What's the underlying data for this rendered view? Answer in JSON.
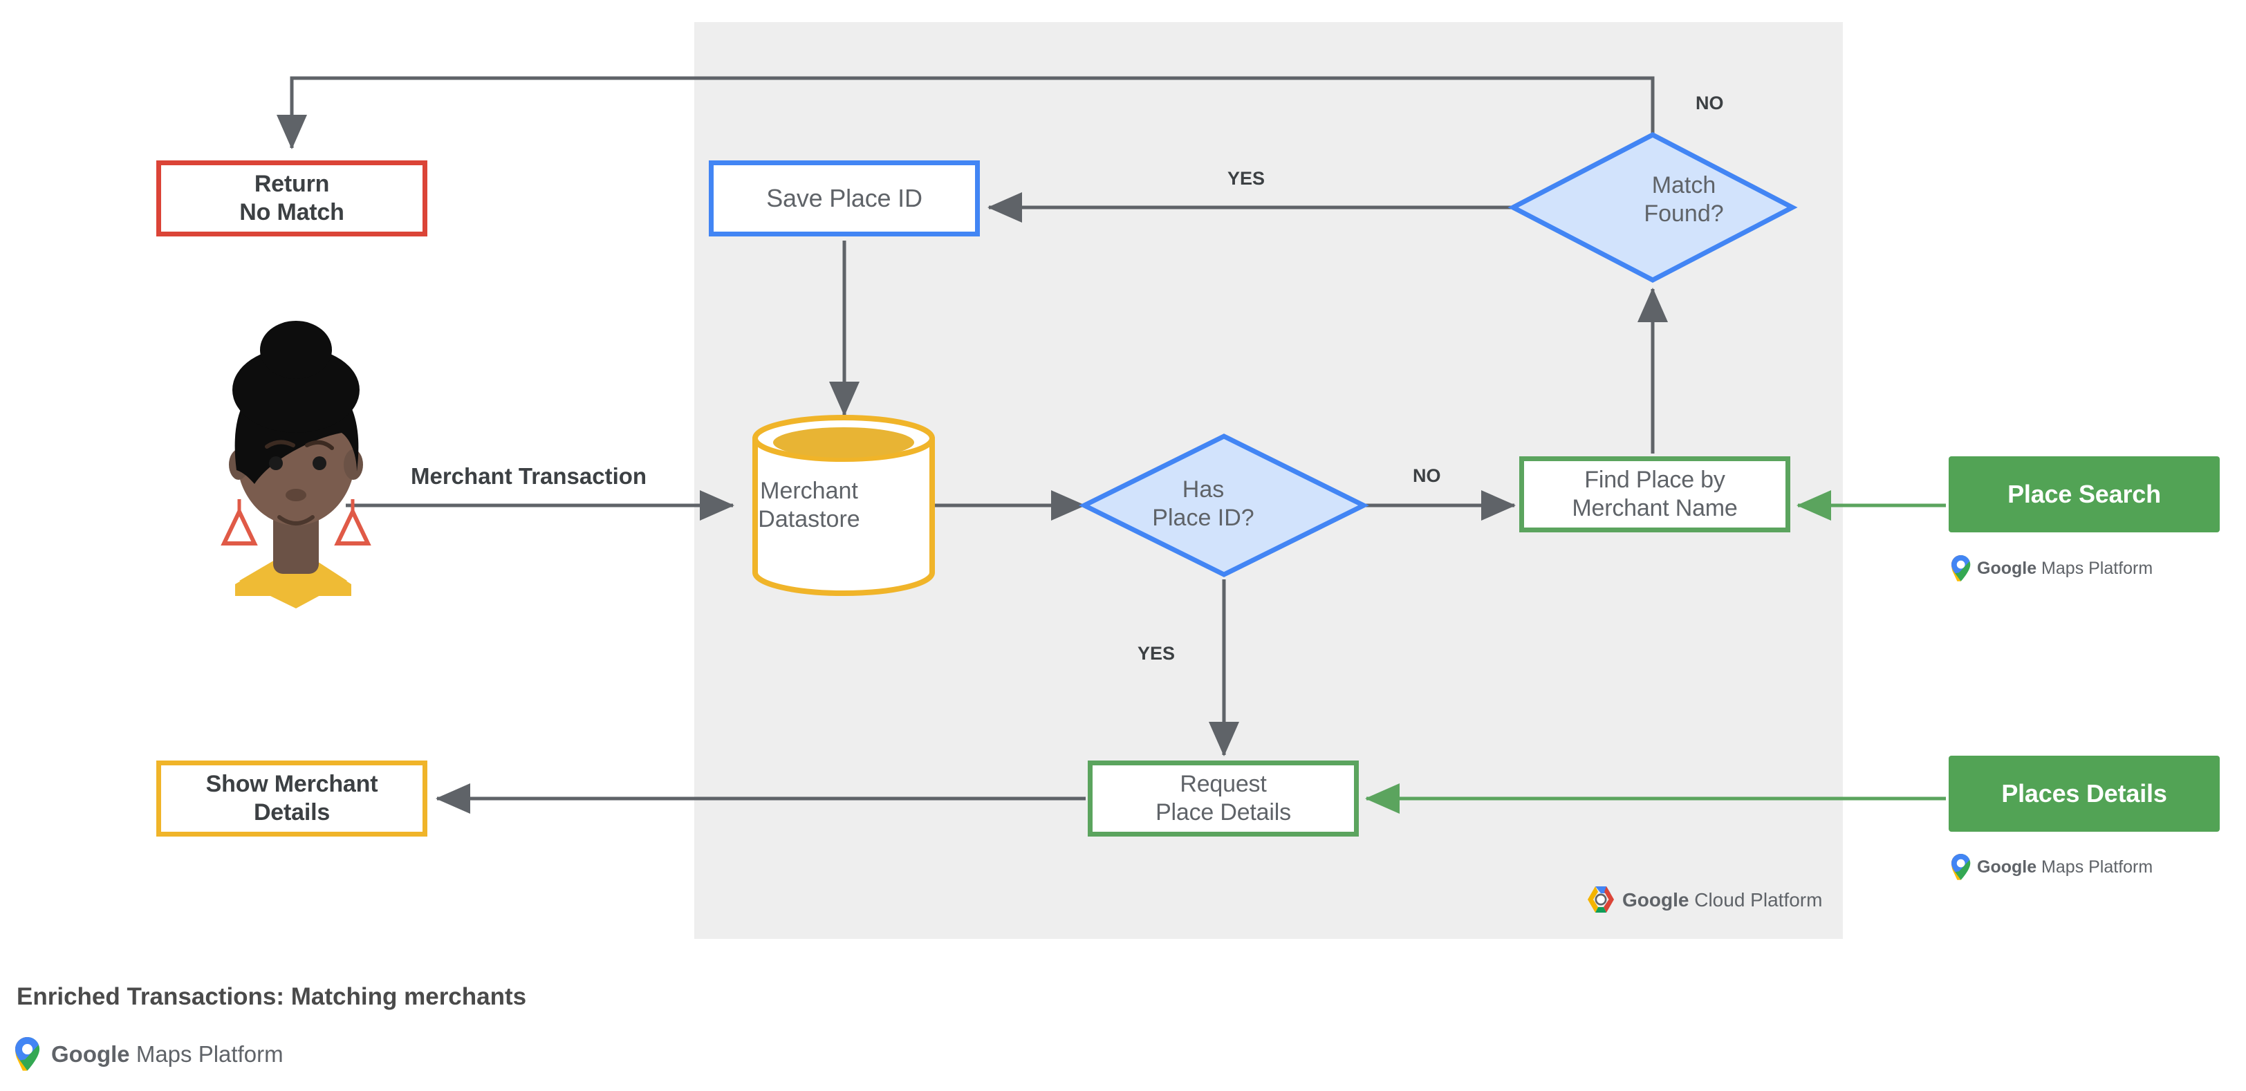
{
  "diagram": {
    "panel": {
      "name": "google-cloud-platform-region"
    },
    "nodes": [
      {
        "id": "return-no-match",
        "label": "Return\nNo Match",
        "shape": "rect",
        "border_color": "#DB4437"
      },
      {
        "id": "save-place-id",
        "label": "Save Place ID",
        "shape": "rect",
        "border_color": "#4285F4"
      },
      {
        "id": "match-found",
        "label": "Match\nFound?",
        "shape": "diamond",
        "border_color": "#4285F4",
        "fill_color": "#D2E3FC"
      },
      {
        "id": "merchant-datastore",
        "label": "Merchant\nDatastore",
        "shape": "cylinder",
        "border_color": "#F0B429"
      },
      {
        "id": "has-place-id",
        "label": "Has\nPlace ID?",
        "shape": "diamond",
        "border_color": "#4285F4",
        "fill_color": "#D2E3FC"
      },
      {
        "id": "find-place-by-merchant-name",
        "label": "Find Place by\nMerchant Name",
        "shape": "rect",
        "border_color": "#5BA45E"
      },
      {
        "id": "request-place-details",
        "label": "Request\nPlace Details",
        "shape": "rect",
        "border_color": "#5BA45E"
      },
      {
        "id": "show-merchant-details",
        "label": "Show Merchant\nDetails",
        "shape": "rect",
        "border_color": "#F0B429"
      },
      {
        "id": "place-search",
        "label": "Place Search",
        "shape": "chip",
        "fill_color": "#52A355"
      },
      {
        "id": "places-details",
        "label": "Places Details",
        "shape": "chip",
        "fill_color": "#52A355"
      }
    ],
    "edge_labels": {
      "merchant_transaction": "Merchant Transaction",
      "yes_top": "YES",
      "no_top": "NO",
      "no_mid": "NO",
      "yes_mid": "YES"
    },
    "lockups": {
      "maps_platform_brand": "Google",
      "maps_platform_rest": " Maps Platform",
      "cloud_platform_brand": "Google",
      "cloud_platform_rest": " Cloud Platform"
    },
    "actor": {
      "name": "user-avatar",
      "description": "Illustrated person avatar"
    }
  },
  "footer": {
    "title": "Enriched Transactions: Matching merchants"
  },
  "colors": {
    "blue": "#4285F4",
    "blue_fill": "#D2E3FC",
    "red": "#DB4437",
    "yellow": "#F0B429",
    "green_border": "#5BA45E",
    "green_fill": "#52A355",
    "panel_gray": "#EEEEEE",
    "arrow_gray": "#5f6368",
    "text_gray": "#5f6368",
    "text_dark": "#3c4043"
  }
}
